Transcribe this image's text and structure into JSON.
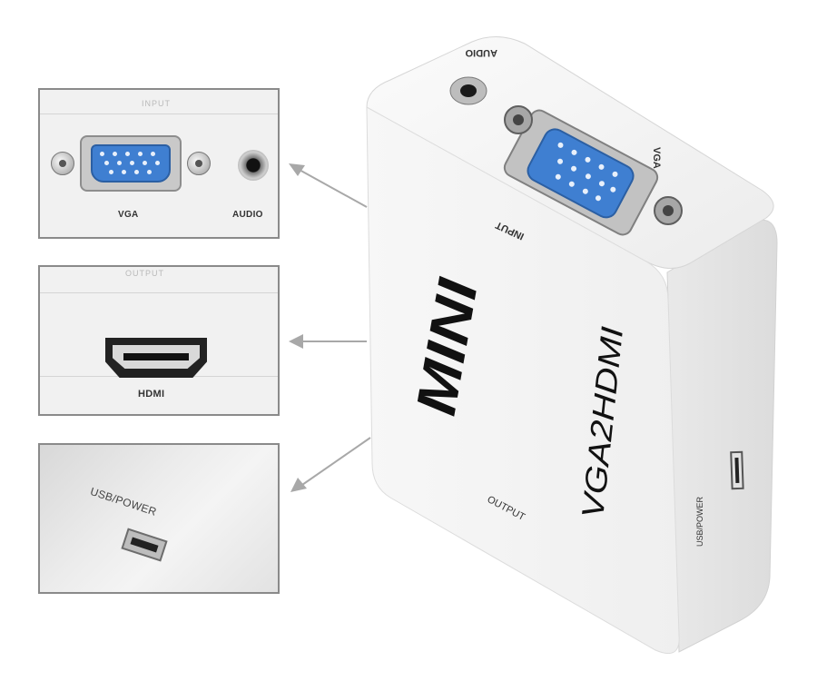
{
  "panels": {
    "input": {
      "top_label": "INPUT",
      "vga_label": "VGA",
      "audio_label": "AUDIO"
    },
    "output": {
      "top_label": "OUTPUT",
      "hdmi_label": "HDMI"
    },
    "power": {
      "label": "USB/POWER"
    }
  },
  "device": {
    "audio_label": "AUDIO",
    "vga_label": "VGA",
    "input_label": "INPUT",
    "mini_label": "MINI",
    "model_label": "VGA2HDMI",
    "output_label": "OUTPUT",
    "power_label": "USB/POWER"
  },
  "colors": {
    "vga_blue": "#3f7fd1",
    "device_body": "#f6f6f6",
    "arrow": "#a8a8a8"
  }
}
